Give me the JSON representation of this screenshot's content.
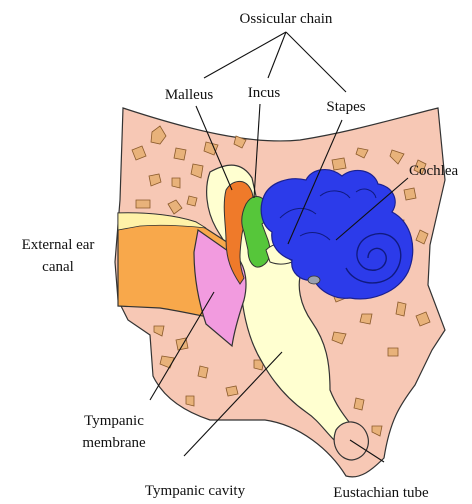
{
  "labels": {
    "ossicular_chain": "Ossicular chain",
    "malleus": "Malleus",
    "incus": "Incus",
    "stapes": "Stapes",
    "cochlea": "Cochlea",
    "external_ear_canal_line1": "External ear",
    "external_ear_canal_line2": "canal",
    "tympanic_membrane_line1": "Tympanic",
    "tympanic_membrane_line2": "membrane",
    "tympanic_cavity": "Tympanic cavity",
    "eustachian_tube": "Eustachian tube"
  },
  "colors": {
    "tissue": "#F7C8B5",
    "bone_fragment": "#E8B27A",
    "bone_outline": "#8A5A2B",
    "cavity": "#FFFFD0",
    "ear_canal_outer": "#F8A84B",
    "ear_canal_inner": "#FFF2A8",
    "tympanic_membrane": "#F29BDF",
    "malleus": "#EF7A2A",
    "incus": "#56C63A",
    "cochlea": "#2C3BEA",
    "outline": "#333333",
    "leader_line": "#111111"
  },
  "icons": {
    "cochlea_shape": "spiral-cochlea-icon",
    "ossicles_shape": "ossicle-bones-icon"
  }
}
